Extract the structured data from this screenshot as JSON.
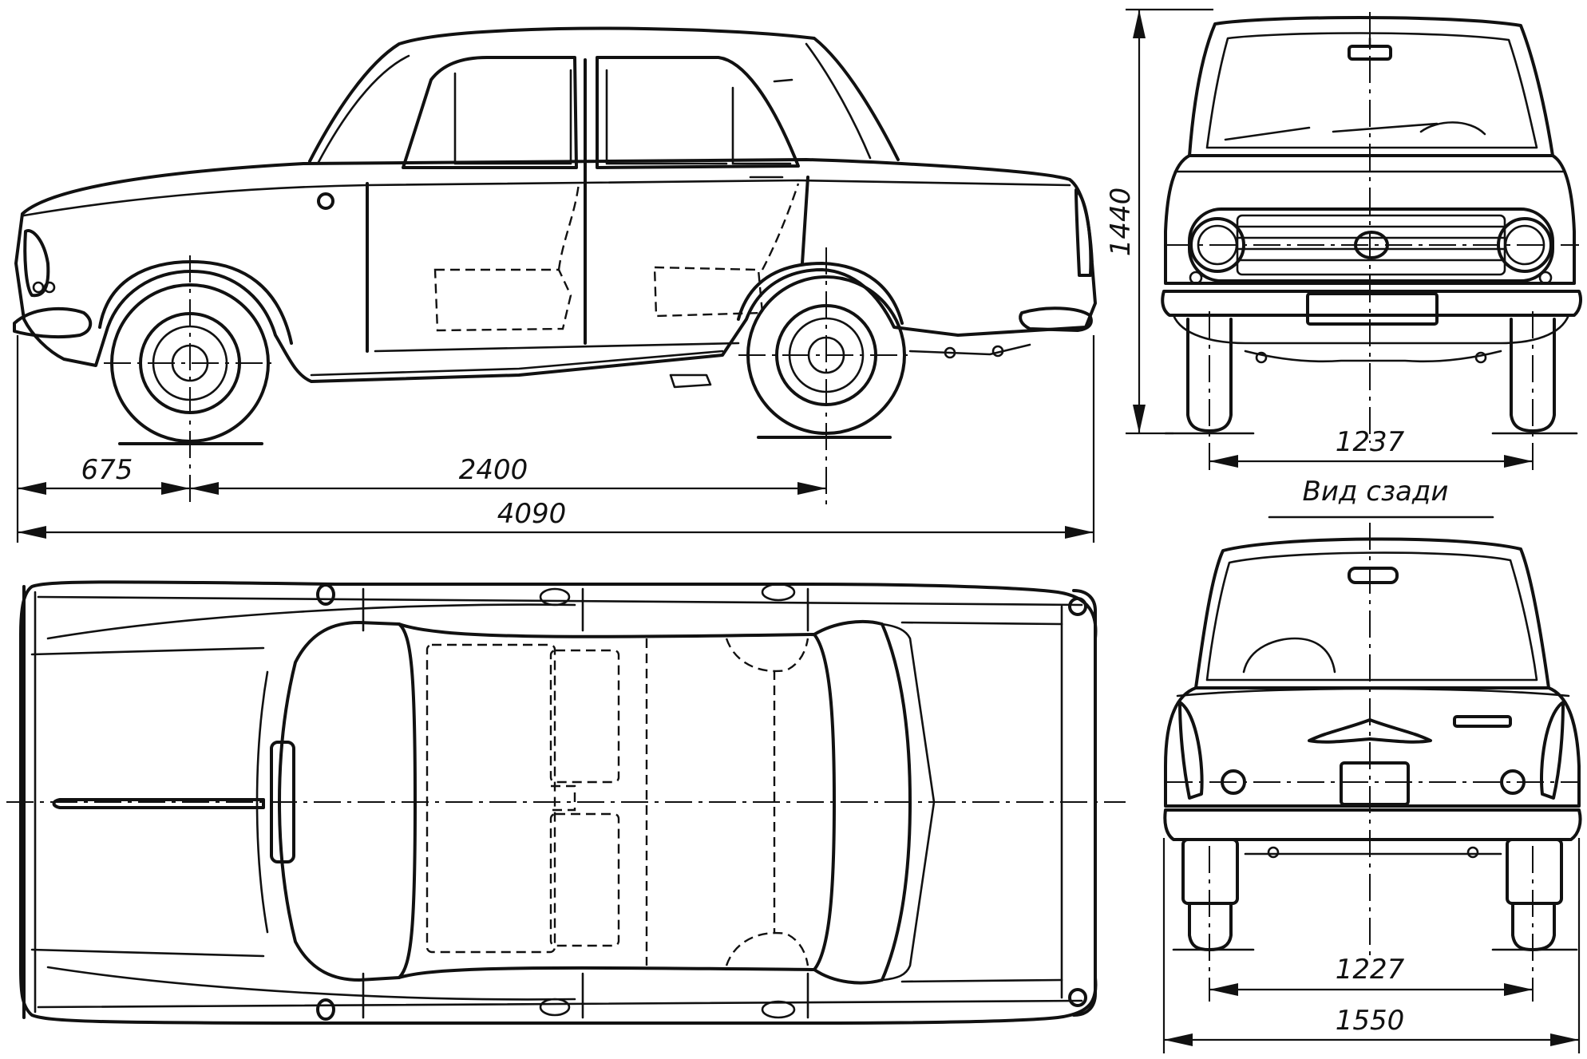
{
  "dimensions": {
    "front_overhang": "675",
    "wheelbase": "2400",
    "overall_length": "4090",
    "height": "1440",
    "front_track": "1237",
    "rear_track": "1227",
    "overall_width": "1550"
  },
  "captions": {
    "rear_view": "Вид сзади"
  },
  "colors": {
    "ink": "#111111",
    "paper": "#ffffff"
  }
}
